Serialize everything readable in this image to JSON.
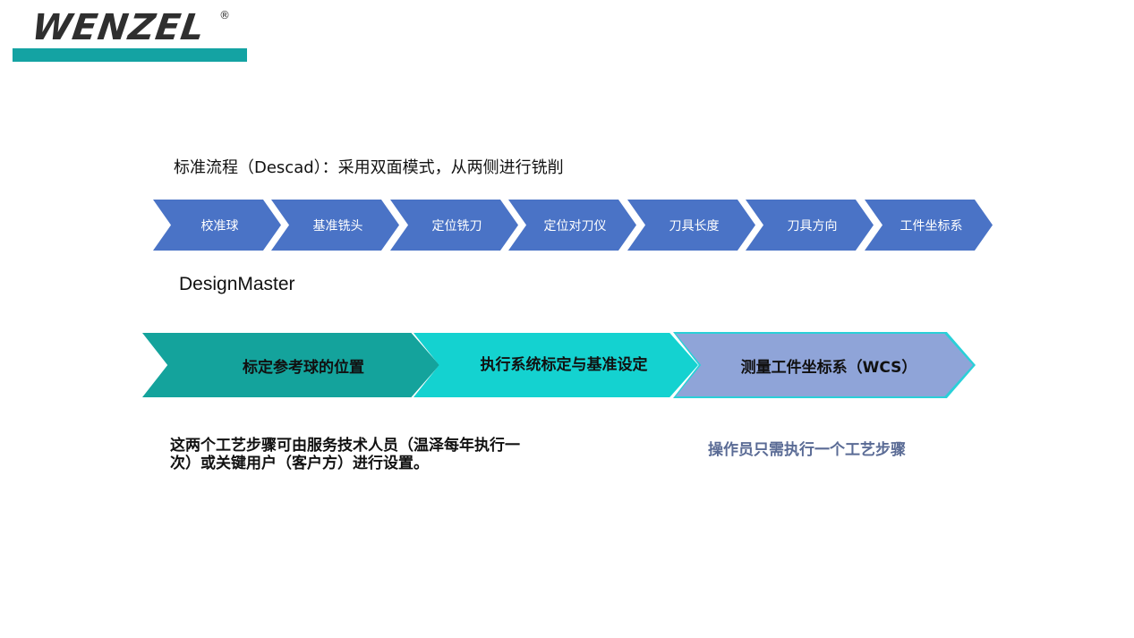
{
  "logo": {
    "brand": "WENZEL",
    "registered": "®",
    "bar_color": "#14a3a3"
  },
  "standard_process": {
    "heading": "标准流程（Descad）：采用双面模式，从两侧进行铣削",
    "steps": [
      "校准球",
      "基准铣头",
      "定位铣刀",
      "定位对刀仪",
      "刀具长度",
      "刀具方向",
      "工件坐标系"
    ],
    "step_color": "#4a73c6"
  },
  "designmaster": {
    "label": "DesignMaster",
    "steps": [
      "标定参考球的位置",
      "执行系统标定与基准设定",
      "测量工件坐标系（WCS）"
    ],
    "step_colors": [
      "#14a39c",
      "#14d2d0",
      "#8fa4d8"
    ]
  },
  "notes": {
    "left": "这两个工艺步骤可由服务技术人员（温泽每年执行一次）或关键用户（客户方）进行设置。",
    "right": "操作员只需执行一个工艺步骤"
  }
}
